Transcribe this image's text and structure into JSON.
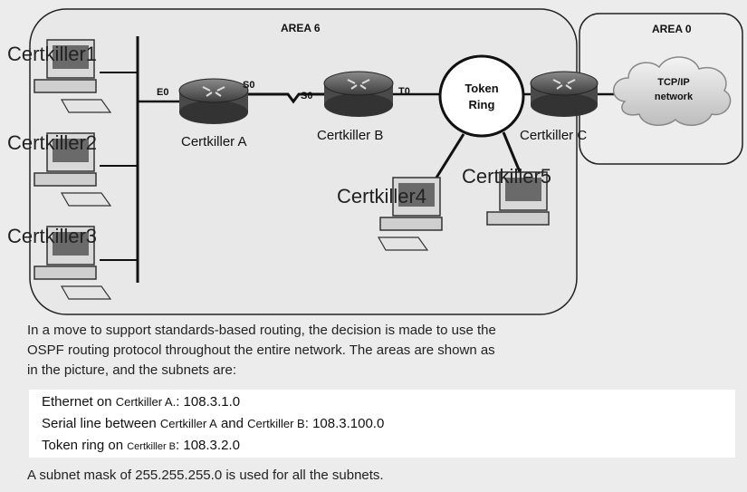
{
  "diagram": {
    "area6_label": "AREA 6",
    "area0_label": "AREA 0",
    "routers": [
      {
        "name": "Certkiller A"
      },
      {
        "name": "Certkiller B"
      },
      {
        "name": "Certkiller C"
      }
    ],
    "hosts": [
      "Certkiller1",
      "Certkiller2",
      "Certkiller3",
      "Certkiller4",
      "Certkiller5"
    ],
    "interfaces": {
      "routerA_e0": "E0",
      "routerA_s0": "S0",
      "routerB_s0": "S0",
      "routerB_t0": "T0"
    },
    "token_ring_line1": "Token",
    "token_ring_line2": "Ring",
    "cloud_line1": "TCP/IP",
    "cloud_line2": "network"
  },
  "text": {
    "intro_line1": "In a move to support standards-based routing, the decision is made to use the",
    "intro_line2": "OSPF routing protocol throughout the entire network. The areas are shown as",
    "intro_line3": "in the picture, and the subnets are:",
    "subnet1": {
      "prefix": "Ethernet on ",
      "device": "Certkiller A.",
      "value": ": 108.3.1.0"
    },
    "subnet2": {
      "prefix": "Serial line between ",
      "device_a": "Certkiller A",
      "mid": " and ",
      "device_b": "Certkiller B",
      "value": ": 108.3.100.0"
    },
    "subnet3": {
      "prefix": "Token ring on ",
      "device": "Certkiller B",
      "value": ": 108.3.2.0"
    },
    "mask_line": "A subnet mask of 255.255.255.0 is used for all the subnets."
  }
}
